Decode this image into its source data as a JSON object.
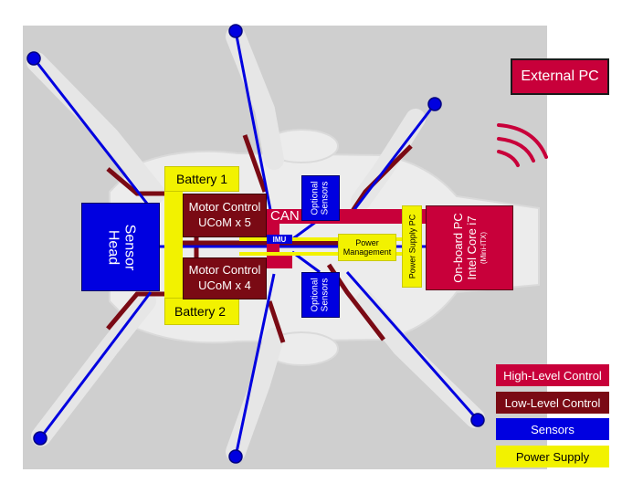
{
  "colors": {
    "high_level": "#c8003a",
    "low_level": "#7a0a14",
    "sensors": "#0000e0",
    "power": "#f2f200",
    "background": "#cfcfcf",
    "robot_body": "#ebebeb"
  },
  "diagram": {
    "external_pc": "External PC",
    "battery_1": "Battery 1",
    "battery_2": "Battery 2",
    "motor_control_1": {
      "line1": "Motor Control",
      "line2": "UCoM x 5"
    },
    "motor_control_2": {
      "line1": "Motor Control",
      "line2": "UCoM x 4"
    },
    "sensor_head": {
      "line1": "Sensor",
      "line2": "Head"
    },
    "can": "CAN",
    "imu": "IMU",
    "optional_sensors_top": {
      "line1": "Optional",
      "line2": "Sensors"
    },
    "optional_sensors_bottom": {
      "line1": "Optional",
      "line2": "Sensors"
    },
    "power_management": {
      "line1": "Power",
      "line2": "Management"
    },
    "power_supply_pc": "Power Supply PC",
    "onboard_pc": {
      "line1": "On-board PC",
      "line2": "Intel Core i7",
      "line3": "(Mini-ITX)"
    }
  },
  "legend": [
    {
      "label": "High-Level Control",
      "color": "#c8003a"
    },
    {
      "label": "Low-Level Control",
      "color": "#7a0a14"
    },
    {
      "label": "Sensors",
      "color": "#0000e0"
    },
    {
      "label": "Power Supply",
      "color": "#f2f200"
    }
  ]
}
